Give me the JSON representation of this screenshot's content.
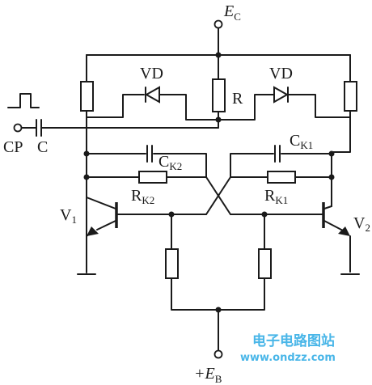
{
  "labels": {
    "ec": "E",
    "ec_sub": "C",
    "eb_prefix": "+E",
    "eb_sub": "B",
    "vd_left": "VD",
    "vd_right": "VD",
    "r": "R",
    "cp": "CP",
    "c": "C",
    "ck2": "C",
    "ck2_sub": "K2",
    "ck1": "C",
    "ck1_sub": "K1",
    "rk2": "R",
    "rk2_sub": "K2",
    "rk1": "R",
    "rk1_sub": "K1",
    "v1": "V",
    "v1_sub": "1",
    "v2": "V",
    "v2_sub": "2"
  },
  "watermark": {
    "cn": "电子电路图站",
    "url": "www.ondzz.com",
    "color": "#49b6e8"
  }
}
